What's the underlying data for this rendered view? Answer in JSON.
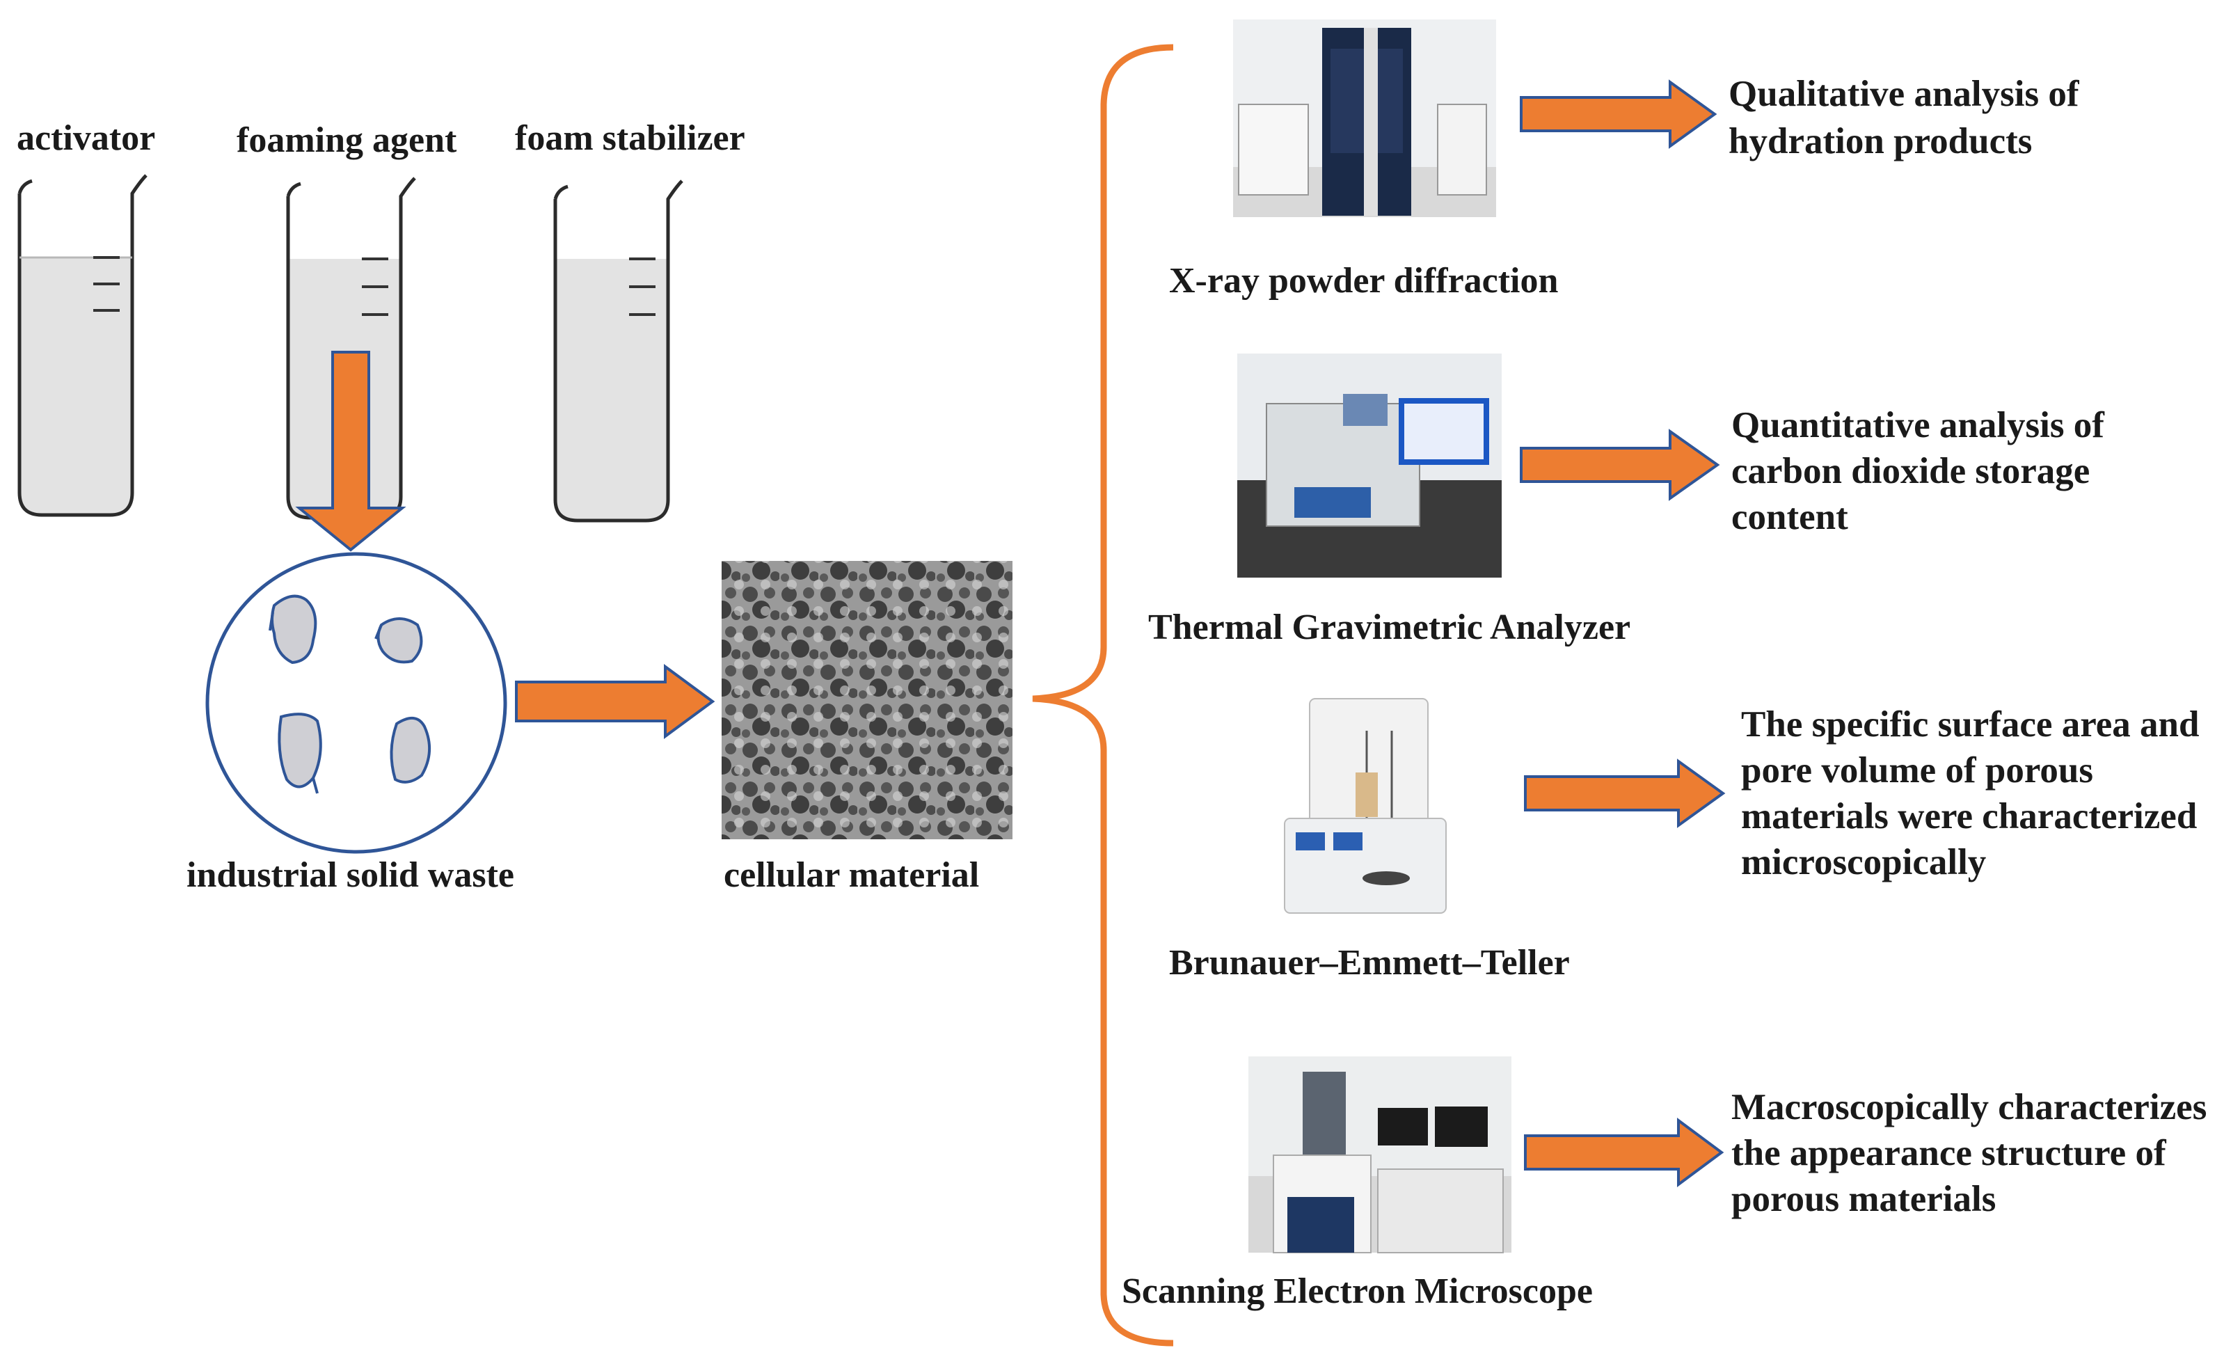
{
  "colors": {
    "arrow_fill": "#ED7D31",
    "arrow_stroke": "#2F5597",
    "bracket": "#ED7D31",
    "outline": "#2F5597",
    "liquid": "#e3e3e3",
    "waste_piece": "#cfcfd4"
  },
  "inputs": [
    {
      "label": "activator",
      "icon": "beaker-icon"
    },
    {
      "label": "foaming agent",
      "icon": "beaker-icon"
    },
    {
      "label": "foam stabilizer",
      "icon": "beaker-icon"
    }
  ],
  "waste": {
    "label": "industrial solid waste"
  },
  "product": {
    "label": "cellular material"
  },
  "analyses": [
    {
      "instrument": "X-ray powder diffraction",
      "description": [
        "Qualitative analysis of",
        "hydration products"
      ]
    },
    {
      "instrument": "Thermal Gravimetric Analyzer",
      "description": [
        "Quantitative analysis of",
        "carbon dioxide storage",
        "content"
      ]
    },
    {
      "instrument": "Brunauer–Emmett–Teller",
      "description": [
        "The specific surface area and",
        "pore volume of porous",
        "materials were characterized",
        "microscopically"
      ]
    },
    {
      "instrument": "Scanning Electron Microscope",
      "description": [
        "Macroscopically characterizes",
        "the appearance structure of",
        "porous materials"
      ]
    }
  ]
}
